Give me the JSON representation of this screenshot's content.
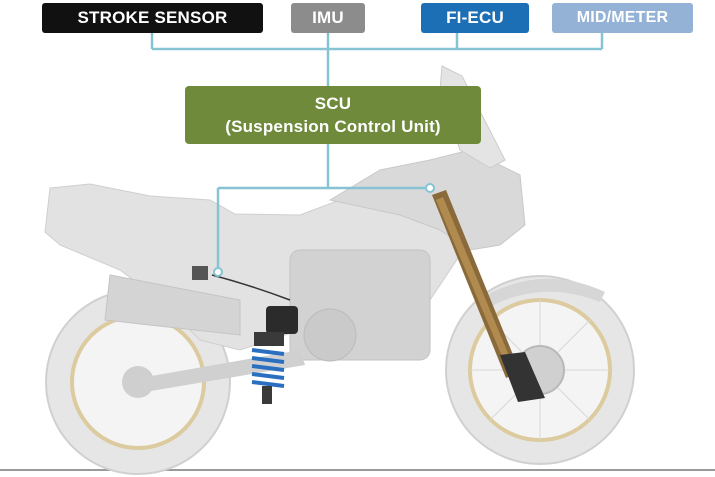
{
  "colors": {
    "stroke_sensor": "#111111",
    "imu": "#8c8c8c",
    "fi_ecu": "#1d6fb5",
    "mid_meter": "#93b2d6",
    "scu": "#6f8a3a",
    "connector_line": "#86c4d3",
    "bike_silhouette": "#dcdcdc",
    "wheel_rim": "#d9c7a0",
    "fork": "#8a6a3a",
    "shock_spring": "#2a6fc0"
  },
  "labels": {
    "stroke_sensor": "STROKE SENSOR",
    "imu": "IMU",
    "fi_ecu": "FI-ECU",
    "mid_meter": "MID/METER",
    "scu_line1": "SCU",
    "scu_line2": "(Suspension Control Unit)"
  },
  "icons": [
    "motorcycle-illustration",
    "front-fork",
    "rear-shock-absorber"
  ]
}
